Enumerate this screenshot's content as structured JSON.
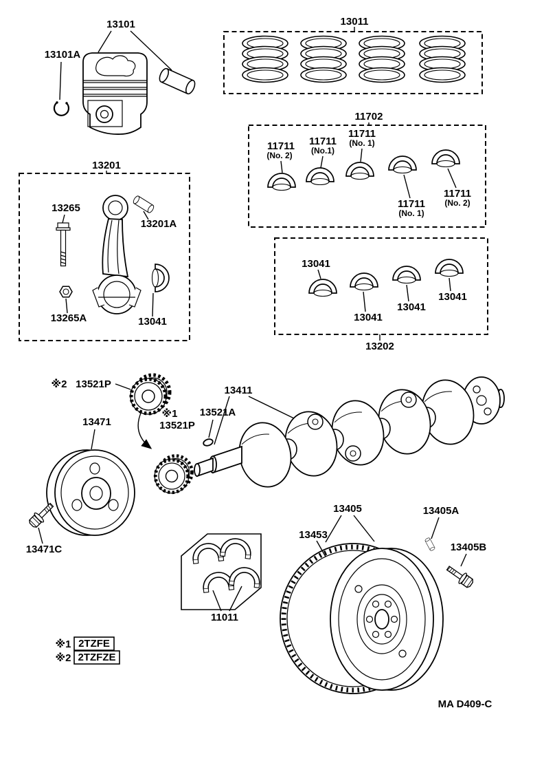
{
  "diagram": {
    "footer_code": "MA  D409-C",
    "legend": {
      "note1_symbol": "※1",
      "note1_engine": "2TZFE",
      "note2_symbol": "※2",
      "note2_engine": "2TZFZE"
    },
    "parts": {
      "piston": "13101",
      "piston_snap_ring": "13101A",
      "piston_ring_set": "13011",
      "main_bearing_set": "11702",
      "main_bearing": "11711",
      "main_bearing_no1": "(No. 1)",
      "main_bearing_no1_tight": "(No.1)",
      "main_bearing_no2": "(No. 2)",
      "connecting_rod": "13201",
      "rod_bolt": "13265",
      "rod_bushing": "13201A",
      "rod_nut": "13265A",
      "rod_bearing": "13041",
      "rod_bearing_set": "13202",
      "crankshaft_sprocket": "13521P",
      "crankshaft": "13411",
      "sprocket_key": "13521A",
      "crankshaft_pulley": "13471",
      "pulley_bolt": "13471C",
      "thrust_washer_set": "11011",
      "flywheel": "13405",
      "ring_gear": "13453",
      "flywheel_pin": "13405A",
      "flywheel_bolt": "13405B"
    }
  }
}
